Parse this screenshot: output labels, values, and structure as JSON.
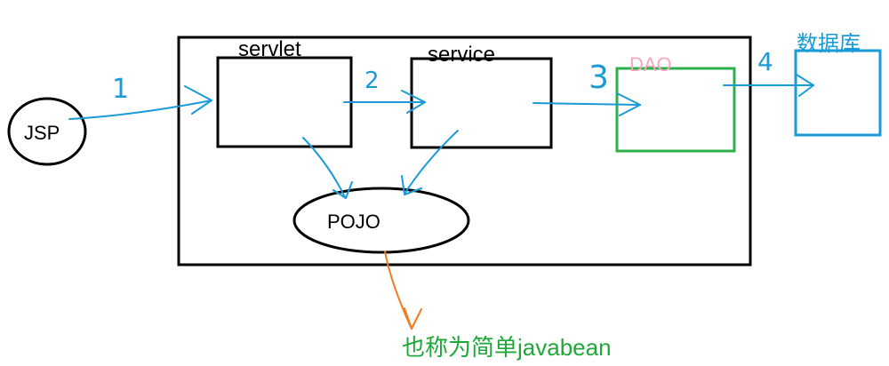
{
  "nodes": {
    "jsp": "JSP",
    "servlet": "servlet",
    "service": "service",
    "dao": "DAO",
    "database": "数据库",
    "pojo": "POJO"
  },
  "steps": [
    "1",
    "2",
    "3",
    "4"
  ],
  "annotation": "也称为简单javabean",
  "colors": {
    "outline": "#000000",
    "arrow": "#1a9ad6",
    "dao_box": "#2bb04a",
    "database_box": "#1a9ad6",
    "pojo_note_arrow": "#f07b1d",
    "annotation_text": "#1fa83a",
    "dao_label": "#f6a6c1"
  }
}
